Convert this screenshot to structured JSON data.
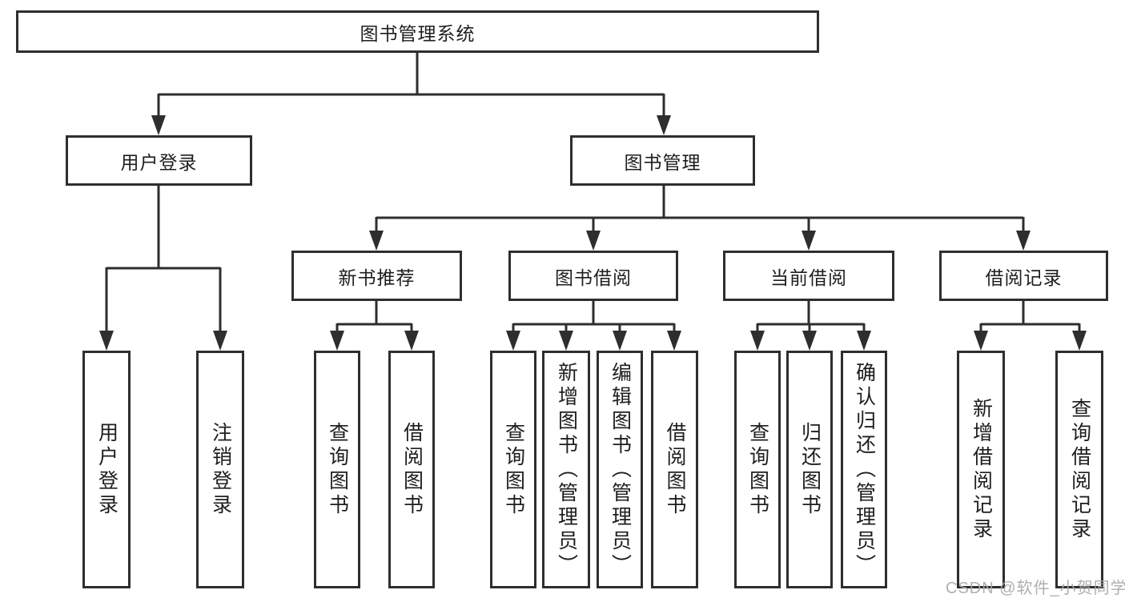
{
  "title": "图书管理系统",
  "watermark": "CSDN @软件_小贺同学",
  "colors": {
    "line": "#2e2e2e",
    "text": "#1e1e1e",
    "background": "#ffffff",
    "watermark": "#a8a8a8"
  },
  "nodes": {
    "root": "图书管理系统",
    "userLogin": "用户登录",
    "bookMgmt": "图书管理",
    "newBookRec": "新书推荐",
    "bookBorrow": "图书借阅",
    "currentBorrow": "当前借阅",
    "borrowRecord": "借阅记录",
    "leaves": {
      "userLogin": [
        "用户登录",
        "注销登录"
      ],
      "newBookRec": [
        "查询图书",
        "借阅图书"
      ],
      "bookBorrow": [
        "查询图书",
        "新增图书（管理员）",
        "编辑图书（管理员）",
        "借阅图书"
      ],
      "currentBorrow": [
        "查询图书",
        "归还图书",
        "确认归还（管理员）"
      ],
      "borrowRecord": [
        "新增借阅记录",
        "查询借阅记录"
      ]
    }
  }
}
